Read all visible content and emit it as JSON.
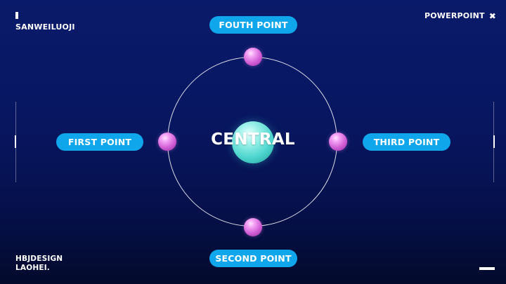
{
  "brand": {
    "name": "SANWEILUOJI"
  },
  "top_right": {
    "label": "POWERPOINT",
    "icon": "close-icon"
  },
  "bottom_left": {
    "line1": "HBJDESIGN",
    "line2": "LAOHEI."
  },
  "center": {
    "label": "CENTRAL"
  },
  "points": {
    "first": "FIRST POINT",
    "second": "SECOND POINT",
    "third": "THIRD POINT",
    "fourth": "FOUTH POINT"
  },
  "colors": {
    "background_top": "#0a1a6a",
    "background_bottom": "#030a2c",
    "pill": "#10a6ec",
    "ball_pink": "#d463d8",
    "ball_teal": "#4fd7cf"
  }
}
